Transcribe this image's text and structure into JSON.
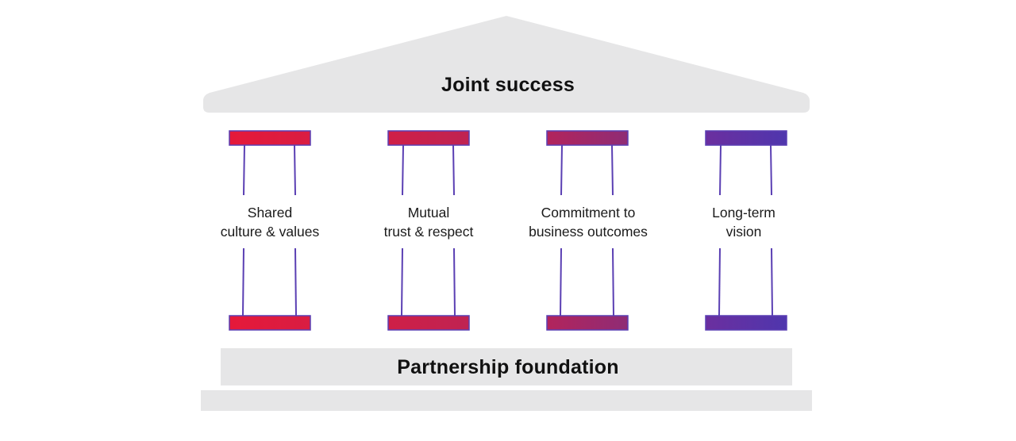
{
  "roof": {
    "title": "Joint success",
    "fill": "#e6e6e7"
  },
  "pillars": [
    {
      "line1": "Shared",
      "line2": "culture & values",
      "color_start": "#e5193a",
      "color_end": "#d91d42"
    },
    {
      "line1": "Mutual",
      "line2": "trust & respect",
      "color_start": "#cf1f47",
      "color_end": "#bf2352"
    },
    {
      "line1": "Commitment to",
      "line2": "business outcomes",
      "color_start": "#b2245c",
      "color_end": "#8f2c75"
    },
    {
      "line1": "Long-term",
      "line2": "vision",
      "color_start": "#6b2f9f",
      "color_end": "#4f36ad"
    }
  ],
  "column_line_color": "#5a3fb3",
  "foundation": {
    "title": "Partnership foundation",
    "fill": "#e6e6e7"
  },
  "base_step": {
    "fill": "#e6e6e7"
  }
}
